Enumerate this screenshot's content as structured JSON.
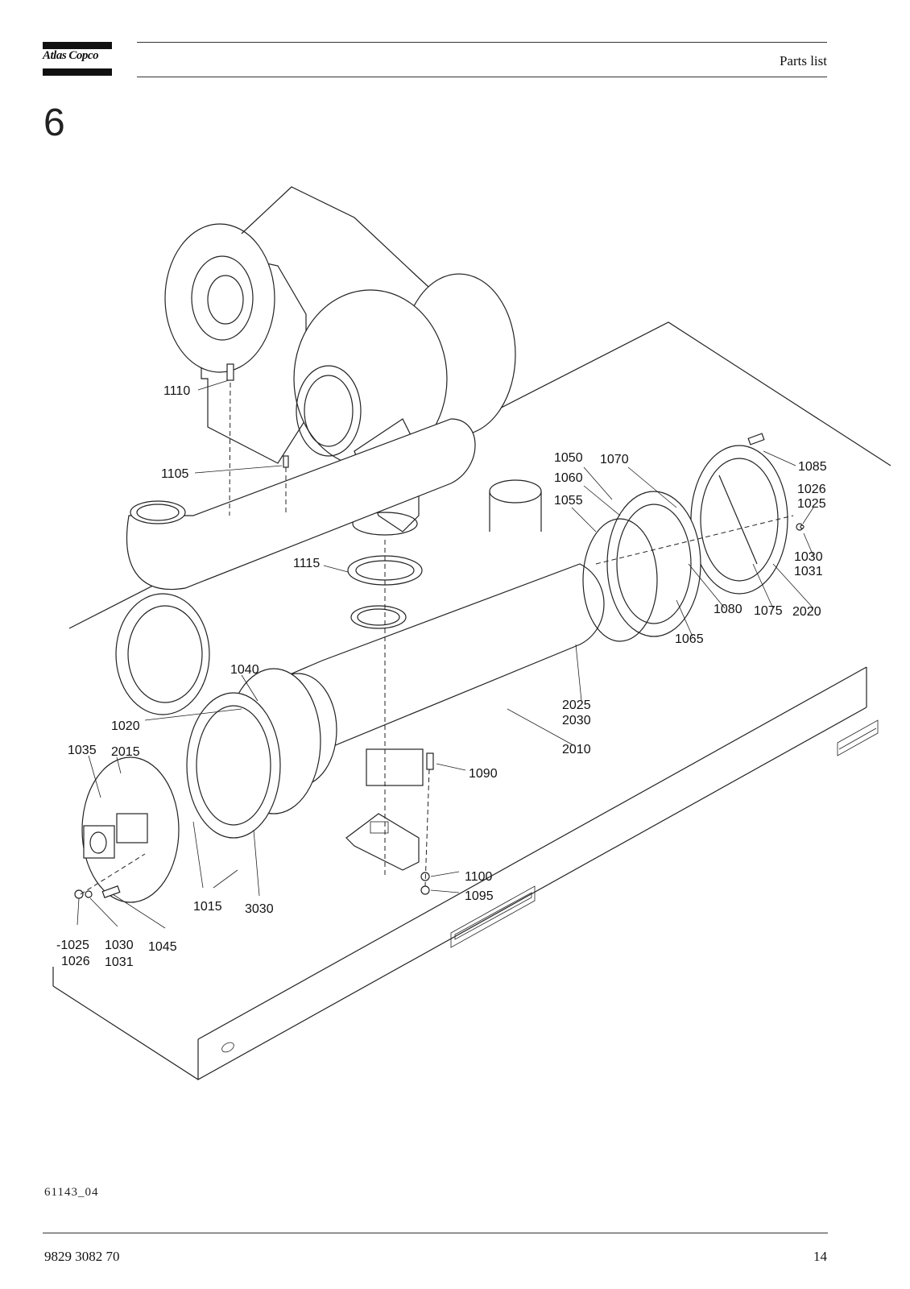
{
  "header": {
    "brand": "Atlas Copco",
    "title": "Parts list"
  },
  "section": {
    "number": "6"
  },
  "callouts": [
    {
      "id": "c1110",
      "text": "1110"
    },
    {
      "id": "c1105",
      "text": "1105"
    },
    {
      "id": "c1050",
      "text": "1050"
    },
    {
      "id": "c1070",
      "text": "1070"
    },
    {
      "id": "c1060",
      "text": "1060"
    },
    {
      "id": "c1085",
      "text": "1085"
    },
    {
      "id": "c1026a",
      "text": "1026"
    },
    {
      "id": "c1025a",
      "text": "1025"
    },
    {
      "id": "c1055",
      "text": "1055"
    },
    {
      "id": "c1115",
      "text": "1115"
    },
    {
      "id": "c1030a",
      "text": "1030"
    },
    {
      "id": "c1031a",
      "text": "1031"
    },
    {
      "id": "c1080",
      "text": "1080"
    },
    {
      "id": "c1075",
      "text": "1075"
    },
    {
      "id": "c2020",
      "text": "2020"
    },
    {
      "id": "c1065",
      "text": "1065"
    },
    {
      "id": "c1040",
      "text": "1040"
    },
    {
      "id": "c2025",
      "text": "2025"
    },
    {
      "id": "c2030",
      "text": "2030"
    },
    {
      "id": "c1020",
      "text": "1020"
    },
    {
      "id": "c2010",
      "text": "2010"
    },
    {
      "id": "c1035",
      "text": "1035"
    },
    {
      "id": "c2015",
      "text": "2015"
    },
    {
      "id": "c1090",
      "text": "1090"
    },
    {
      "id": "c1100",
      "text": "1100"
    },
    {
      "id": "c1095",
      "text": "1095"
    },
    {
      "id": "c1015",
      "text": "1015"
    },
    {
      "id": "c3030",
      "text": "3030"
    },
    {
      "id": "c1025b",
      "text": "-1025"
    },
    {
      "id": "c1030b",
      "text": "1030"
    },
    {
      "id": "c1045",
      "text": "1045"
    },
    {
      "id": "c1026b",
      "text": "1026"
    },
    {
      "id": "c1031b",
      "text": "1031"
    }
  ],
  "footer": {
    "drawing_id": "61143_04",
    "doc_number": "9829 3082 70",
    "page": "14"
  }
}
